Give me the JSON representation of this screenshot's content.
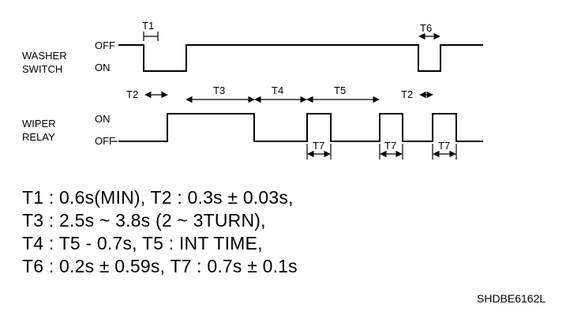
{
  "signals": {
    "washer": {
      "label_line1": "WASHER",
      "label_line2": "SWITCH",
      "off": "OFF",
      "on": "ON"
    },
    "wiper": {
      "label_line1": "WIPER",
      "label_line2": "RELAY",
      "on": "ON",
      "off": "OFF"
    }
  },
  "timing_labels": {
    "t1": "T1",
    "t2_first": "T2",
    "t3": "T3",
    "t4": "T4",
    "t5": "T5",
    "t2_second": "T2",
    "t6": "T6",
    "t7_first": "T7",
    "t7_second": "T7",
    "t7_third": "T7"
  },
  "notes": [
    "T1 : 0.6s(MIN), T2 : 0.3s ± 0.03s,",
    "T3 : 2.5s ~ 3.8s (2 ~ 3TURN),",
    "T4 : T5 - 0.7s, T5 : INT TIME,",
    "T6 : 0.2s ± 0.59s, T7 : 0.7s ± 0.1s"
  ],
  "figure_code": "SHDBE6162L"
}
